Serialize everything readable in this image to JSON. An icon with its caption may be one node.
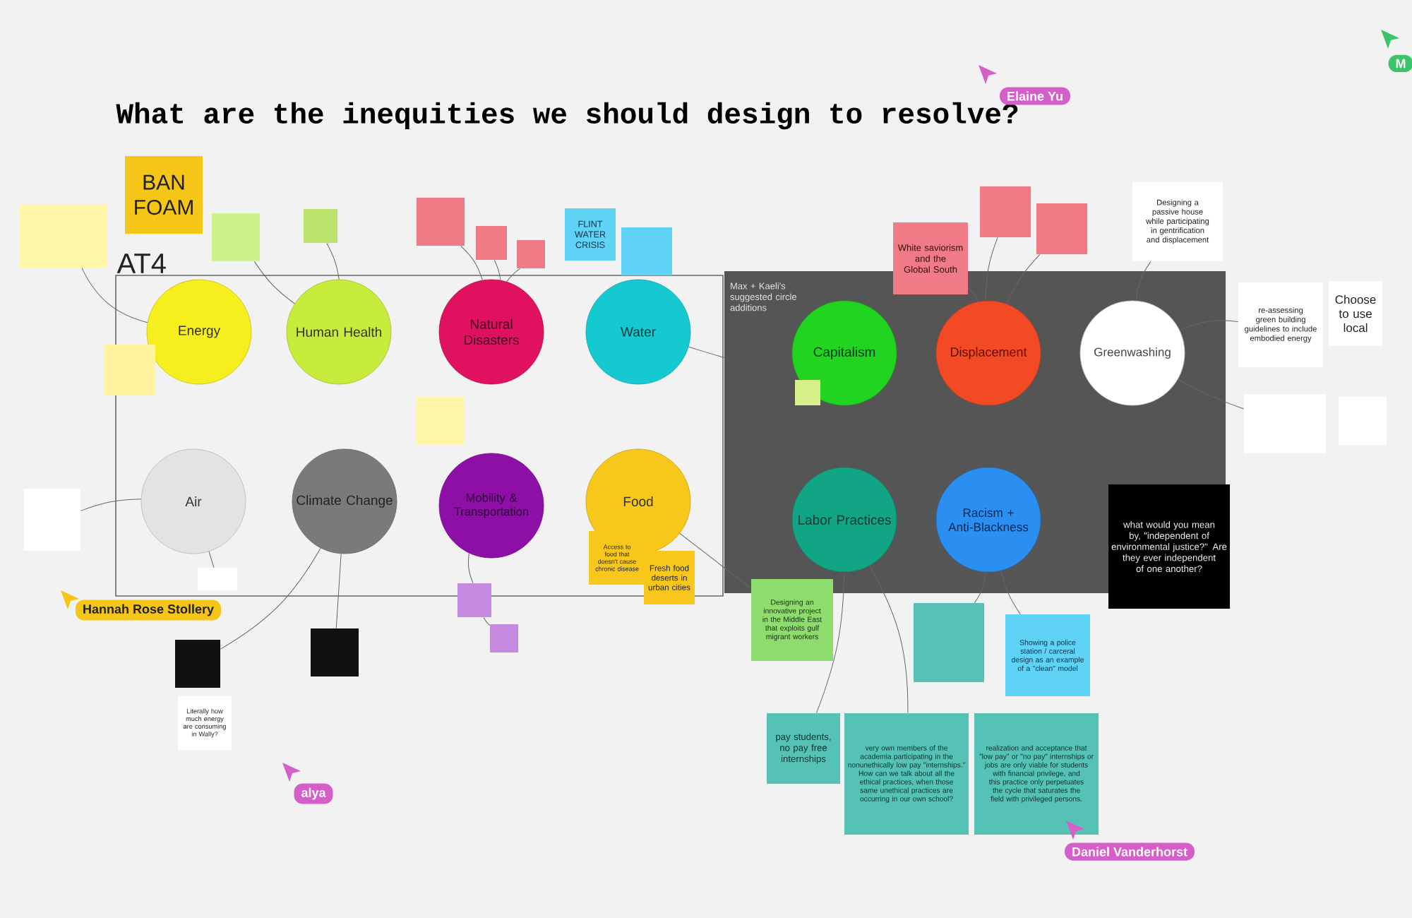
{
  "diagram": {
    "title": "What are the inequities we should design to resolve?",
    "nodes": [
      {
        "text": [
          "AT4"
        ]
      },
      {
        "text": [
          "Max + Kaeli's suggested circle additions"
        ]
      },
      {
        "text": [
          "Energy"
        ],
        "in": 0
      },
      {
        "text": [
          "Human Health"
        ],
        "in": 0
      },
      {
        "text": [
          "Natural Disasters"
        ],
        "in": 0
      },
      {
        "text": [
          "Water"
        ],
        "in": 0
      },
      {
        "text": [
          "Air"
        ],
        "in": 0
      },
      {
        "text": [
          "Climate Change"
        ],
        "in": 0
      },
      {
        "text": [
          "Mobility & Transportation"
        ],
        "in": 0
      },
      {
        "text": [
          "Food"
        ],
        "in": 0
      },
      {
        "text": [
          "Capitalism"
        ],
        "in": 1
      },
      {
        "text": [
          "Displacement"
        ],
        "in": 1
      },
      {
        "text": [
          "Greenwashing"
        ],
        "in": 1
      },
      {
        "text": [
          "Labor Practices"
        ],
        "in": 1
      },
      {
        "text": [
          "Racism + Anti-Blackness"
        ],
        "in": 1
      },
      {
        "text": [
          "BAN FOAM"
        ]
      },
      {
        "text": [
          "FLINT WATER CRISIS"
        ]
      },
      {
        "text": [
          "White saviorism and the Global South"
        ]
      },
      {
        "text": [
          "Designing a passive house while participating in gentrification and displacement"
        ]
      },
      {
        "text": [
          "re-assessing green building guidelines to include embodied energy"
        ]
      },
      {
        "text": [
          "Choose to use local"
        ]
      },
      {
        "text": [
          "what would you mean by, \"independent of environmental justice?\" Are they ever independent of one another?"
        ]
      },
      {
        "text": [
          "Access to food that doesn't cause chronic disease"
        ],
        "in": 0
      },
      {
        "text": [
          "Fresh food deserts in urban cities"
        ]
      },
      {
        "text": [
          "Designing an innovative project in the Middle East that exploits gulf migrant workers"
        ]
      },
      {
        "text": [
          "Showing a police station / carceral design as an example of a \"clean\" model"
        ]
      },
      {
        "text": [
          "pay students, no pay free internships"
        ]
      },
      {
        "text": [
          "very own members of the academia participating in the nonunethically low pay \"internships.\" How can we talk about all the ethical practices, when those same unethical practices are occurring in our own school?"
        ]
      },
      {
        "text": [
          "realization and acceptance that \"low pay\" or \"no pay\" internships or jobs are only viable for students with financial privilege, and this practice only perpetuates the cycle that saturates the field with privileged persons."
        ]
      },
      {
        "text": [
          "Literally how much energy are consuming in Wally?"
        ]
      },
      {
        "text": [],
        "shape": "box"
      },
      {
        "text": [],
        "shape": "box"
      },
      {
        "text": [],
        "shape": "box"
      },
      {
        "text": [],
        "shape": "box"
      },
      {
        "text": [],
        "shape": "box"
      },
      {
        "text": [],
        "shape": "box"
      },
      {
        "text": [],
        "shape": "box"
      },
      {
        "text": [],
        "shape": "box"
      },
      {
        "text": [],
        "shape": "box"
      },
      {
        "text": [],
        "shape": "box"
      },
      {
        "text": [],
        "shape": "box",
        "in": 0
      },
      {
        "text": [],
        "shape": "box",
        "in": 1
      },
      {
        "text": [],
        "shape": "box"
      },
      {
        "text": [],
        "shape": "box",
        "in": 0
      },
      {
        "text": [],
        "shape": "box"
      },
      {
        "text": [],
        "shape": "box"
      },
      {
        "text": [],
        "shape": "box"
      },
      {
        "text": [],
        "shape": "box"
      },
      {
        "text": [],
        "shape": "box"
      },
      {
        "text": [],
        "shape": "box"
      },
      {
        "text": [],
        "shape": "box"
      }
    ],
    "edges": [
      {
        "from": 30,
        "to": 2,
        "arrow": "none"
      },
      {
        "from": 32,
        "to": 3,
        "arrow": "none"
      },
      {
        "from": 33,
        "to": 3,
        "arrow": "none"
      },
      {
        "from": 34,
        "to": 4,
        "arrow": "none"
      },
      {
        "from": 35,
        "to": 4,
        "arrow": "none"
      },
      {
        "from": 36,
        "to": 4,
        "arrow": "none"
      },
      {
        "from": 42,
        "to": 6,
        "arrow": "none"
      },
      {
        "from": 43,
        "to": 6,
        "arrow": "none"
      },
      {
        "from": 44,
        "to": 7,
        "arrow": "none"
      },
      {
        "from": 45,
        "to": 7,
        "arrow": "none"
      },
      {
        "from": 46,
        "to": 8,
        "arrow": "none"
      },
      {
        "from": 47,
        "to": 46,
        "arrow": "none"
      },
      {
        "from": 38,
        "to": 11,
        "arrow": "none"
      },
      {
        "from": 39,
        "to": 11,
        "arrow": "none"
      },
      {
        "from": 17,
        "to": 11,
        "arrow": "none"
      },
      {
        "from": 18,
        "to": 12,
        "arrow": "none"
      },
      {
        "from": 12,
        "to": 19,
        "arrow": "none"
      },
      {
        "from": 12,
        "to": 49,
        "arrow": "none"
      },
      {
        "from": 13,
        "to": 26,
        "arrow": "none"
      },
      {
        "from": 13,
        "to": 27,
        "arrow": "none"
      },
      {
        "from": 14,
        "to": 25,
        "arrow": "none"
      },
      {
        "from": 14,
        "to": 48,
        "arrow": "none"
      },
      {
        "from": 9,
        "to": 24,
        "arrow": "none"
      },
      {
        "from": 5,
        "to": 1,
        "arrow": "none"
      }
    ],
    "labels": [
      "M",
      "Elaine Yu",
      "Hannah Rose Stollery",
      "alya",
      "Daniel Vanderhorst"
    ]
  }
}
